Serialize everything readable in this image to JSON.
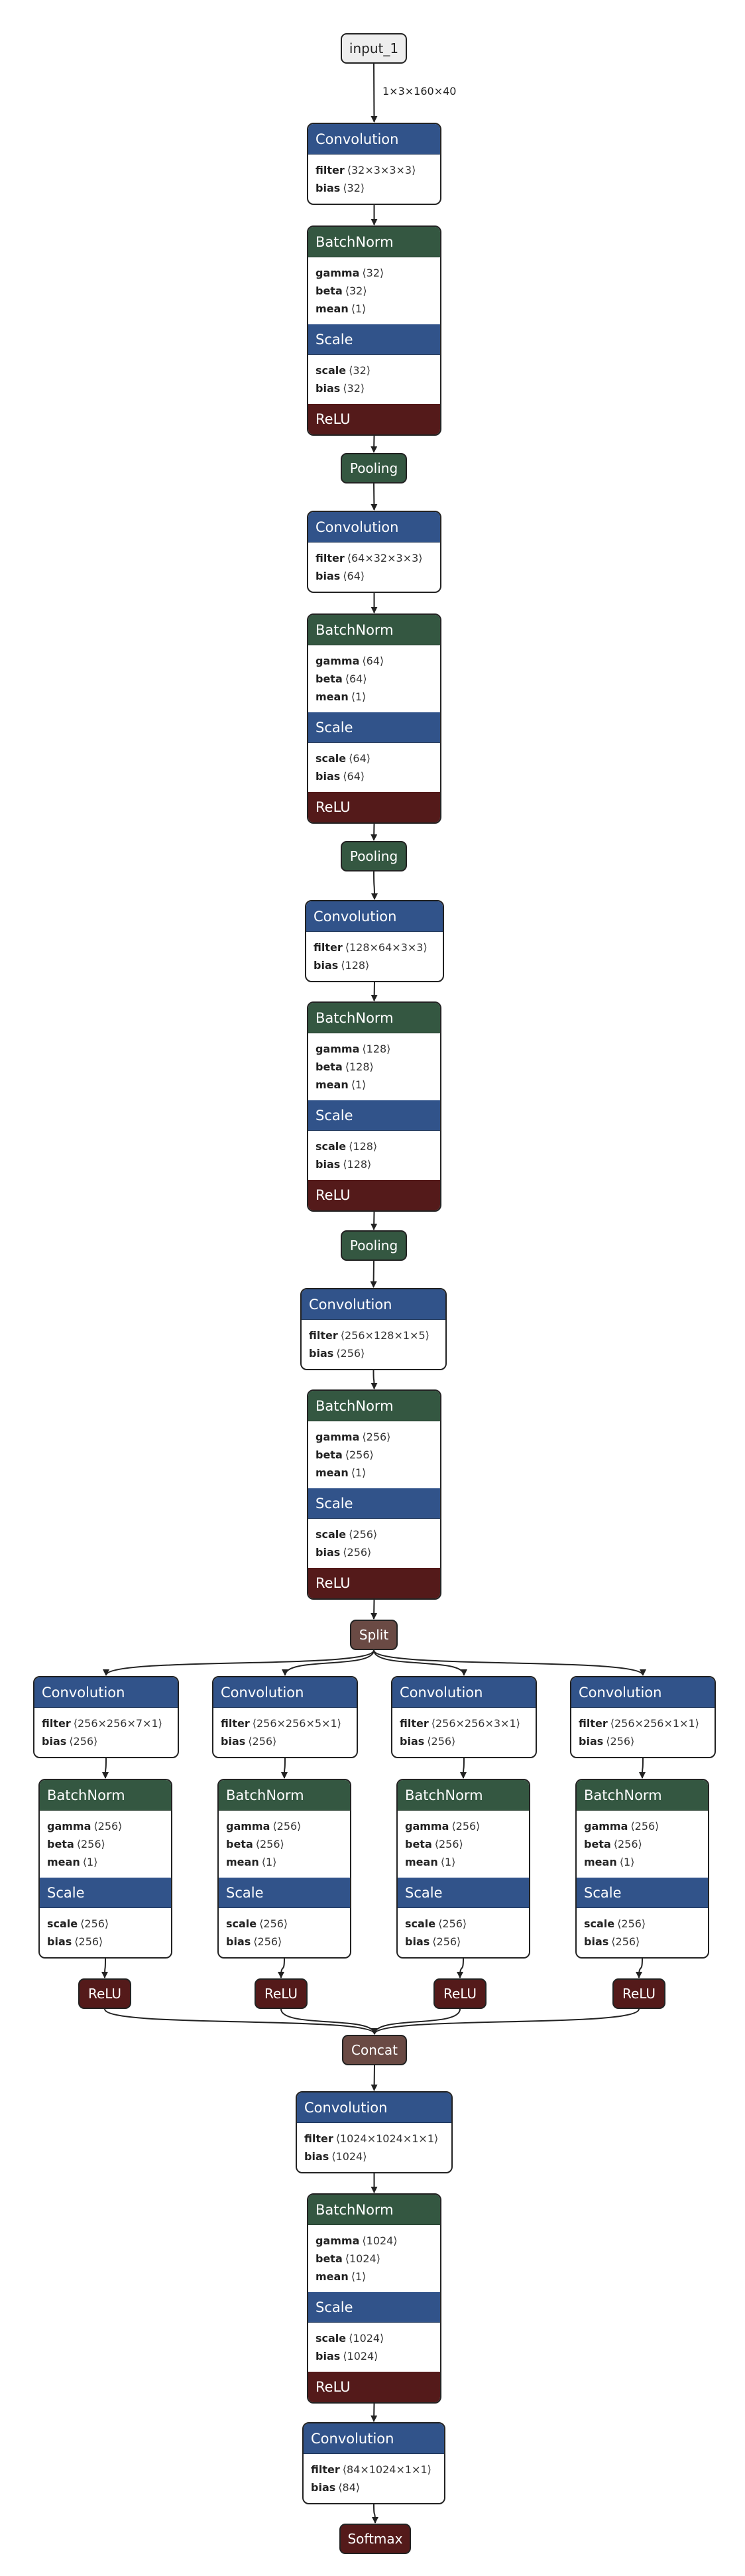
{
  "colors": {
    "conv": "#31538a",
    "norm": "#345741",
    "scale": "#31538a",
    "activation": "#541a1a",
    "pool": "#345741",
    "split": "#6a4a44",
    "concat": "#6a4a44",
    "input": "#eeeeee",
    "edge": "#222222"
  },
  "input": {
    "label": "input_1",
    "shape": "1×3×160×40"
  },
  "labels": {
    "conv": "Convolution",
    "bn": "BatchNorm",
    "scale": "Scale",
    "relu": "ReLU",
    "pool": "Pooling",
    "split": "Split",
    "concat": "Concat",
    "softmax": "Softmax"
  },
  "conv1": {
    "filter": "⟨32×3×3×3⟩",
    "bias": "⟨32⟩"
  },
  "bn1": {
    "gamma": "⟨32⟩",
    "beta": "⟨32⟩",
    "mean": "⟨1⟩",
    "scale": "⟨32⟩",
    "bias": "⟨32⟩"
  },
  "conv2": {
    "filter": "⟨64×32×3×3⟩",
    "bias": "⟨64⟩"
  },
  "bn2": {
    "gamma": "⟨64⟩",
    "beta": "⟨64⟩",
    "mean": "⟨1⟩",
    "scale": "⟨64⟩",
    "bias": "⟨64⟩"
  },
  "conv3": {
    "filter": "⟨128×64×3×3⟩",
    "bias": "⟨128⟩"
  },
  "bn3": {
    "gamma": "⟨128⟩",
    "beta": "⟨128⟩",
    "mean": "⟨1⟩",
    "scale": "⟨128⟩",
    "bias": "⟨128⟩"
  },
  "conv4": {
    "filter": "⟨256×128×1×5⟩",
    "bias": "⟨256⟩"
  },
  "bn4": {
    "gamma": "⟨256⟩",
    "beta": "⟨256⟩",
    "mean": "⟨1⟩",
    "scale": "⟨256⟩",
    "bias": "⟨256⟩"
  },
  "branches": [
    {
      "filter": "⟨256×256×7×1⟩",
      "bias": "⟨256⟩",
      "gamma": "⟨256⟩",
      "beta": "⟨256⟩",
      "mean": "⟨1⟩",
      "scale": "⟨256⟩",
      "sbias": "⟨256⟩"
    },
    {
      "filter": "⟨256×256×5×1⟩",
      "bias": "⟨256⟩",
      "gamma": "⟨256⟩",
      "beta": "⟨256⟩",
      "mean": "⟨1⟩",
      "scale": "⟨256⟩",
      "sbias": "⟨256⟩"
    },
    {
      "filter": "⟨256×256×3×1⟩",
      "bias": "⟨256⟩",
      "gamma": "⟨256⟩",
      "beta": "⟨256⟩",
      "mean": "⟨1⟩",
      "scale": "⟨256⟩",
      "sbias": "⟨256⟩"
    },
    {
      "filter": "⟨256×256×1×1⟩",
      "bias": "⟨256⟩",
      "gamma": "⟨256⟩",
      "beta": "⟨256⟩",
      "mean": "⟨1⟩",
      "scale": "⟨256⟩",
      "sbias": "⟨256⟩"
    }
  ],
  "conv5": {
    "filter": "⟨1024×1024×1×1⟩",
    "bias": "⟨1024⟩"
  },
  "bn5": {
    "gamma": "⟨1024⟩",
    "beta": "⟨1024⟩",
    "mean": "⟨1⟩",
    "scale": "⟨1024⟩",
    "bias": "⟨1024⟩"
  },
  "conv6": {
    "filter": "⟨84×1024×1×1⟩",
    "bias": "⟨84⟩"
  }
}
